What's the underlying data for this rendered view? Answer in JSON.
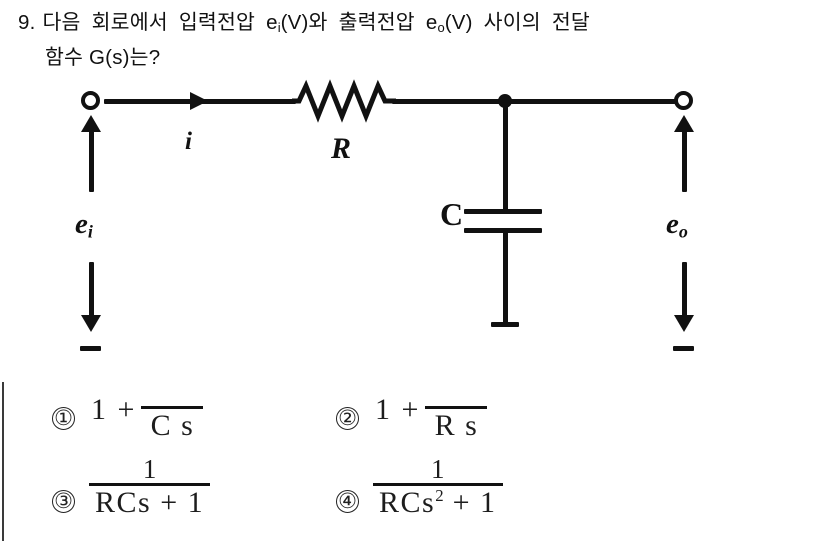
{
  "question": {
    "number": "9.",
    "line1_a": "다음",
    "line1_b": "회로에서",
    "line1_c": "입력전압",
    "line1_d": "e",
    "line1_d_sub": "i",
    "line1_e": "(V)와",
    "line1_f": "출력전압",
    "line1_g": "e",
    "line1_g_sub": "o",
    "line1_h": "(V)",
    "line1_i": "사이의",
    "line1_j": "전달",
    "line2": "함수 G(s)는?"
  },
  "circuit": {
    "input_label": "e",
    "input_label_sub": "i",
    "output_label": "e",
    "output_label_sub": "o",
    "current_label": "i",
    "resistor_label": "R",
    "capacitor_label": "C",
    "minus_left": "−",
    "minus_right": "−",
    "ink_color": "#111111",
    "components": [
      {
        "name": "input-terminal",
        "type": "open-terminal"
      },
      {
        "name": "output-terminal",
        "type": "open-terminal"
      },
      {
        "name": "resistor",
        "type": "resistor"
      },
      {
        "name": "capacitor",
        "type": "capacitor"
      },
      {
        "name": "junction",
        "type": "node"
      }
    ]
  },
  "answers": [
    {
      "marker": "①",
      "lead": "1 +",
      "numerator": "",
      "denominator": "C s",
      "clipped": true
    },
    {
      "marker": "②",
      "lead": "1 +",
      "numerator": "",
      "denominator": "R s",
      "clipped": true
    },
    {
      "marker": "③",
      "lead": "",
      "numerator": "1",
      "denominator": "RCs + 1",
      "clipped": false
    },
    {
      "marker": "④",
      "lead": "",
      "numerator": "1",
      "denominator_base": "RCs",
      "denominator_exp": "2",
      "denominator_tail": " + 1",
      "clipped": false
    }
  ]
}
